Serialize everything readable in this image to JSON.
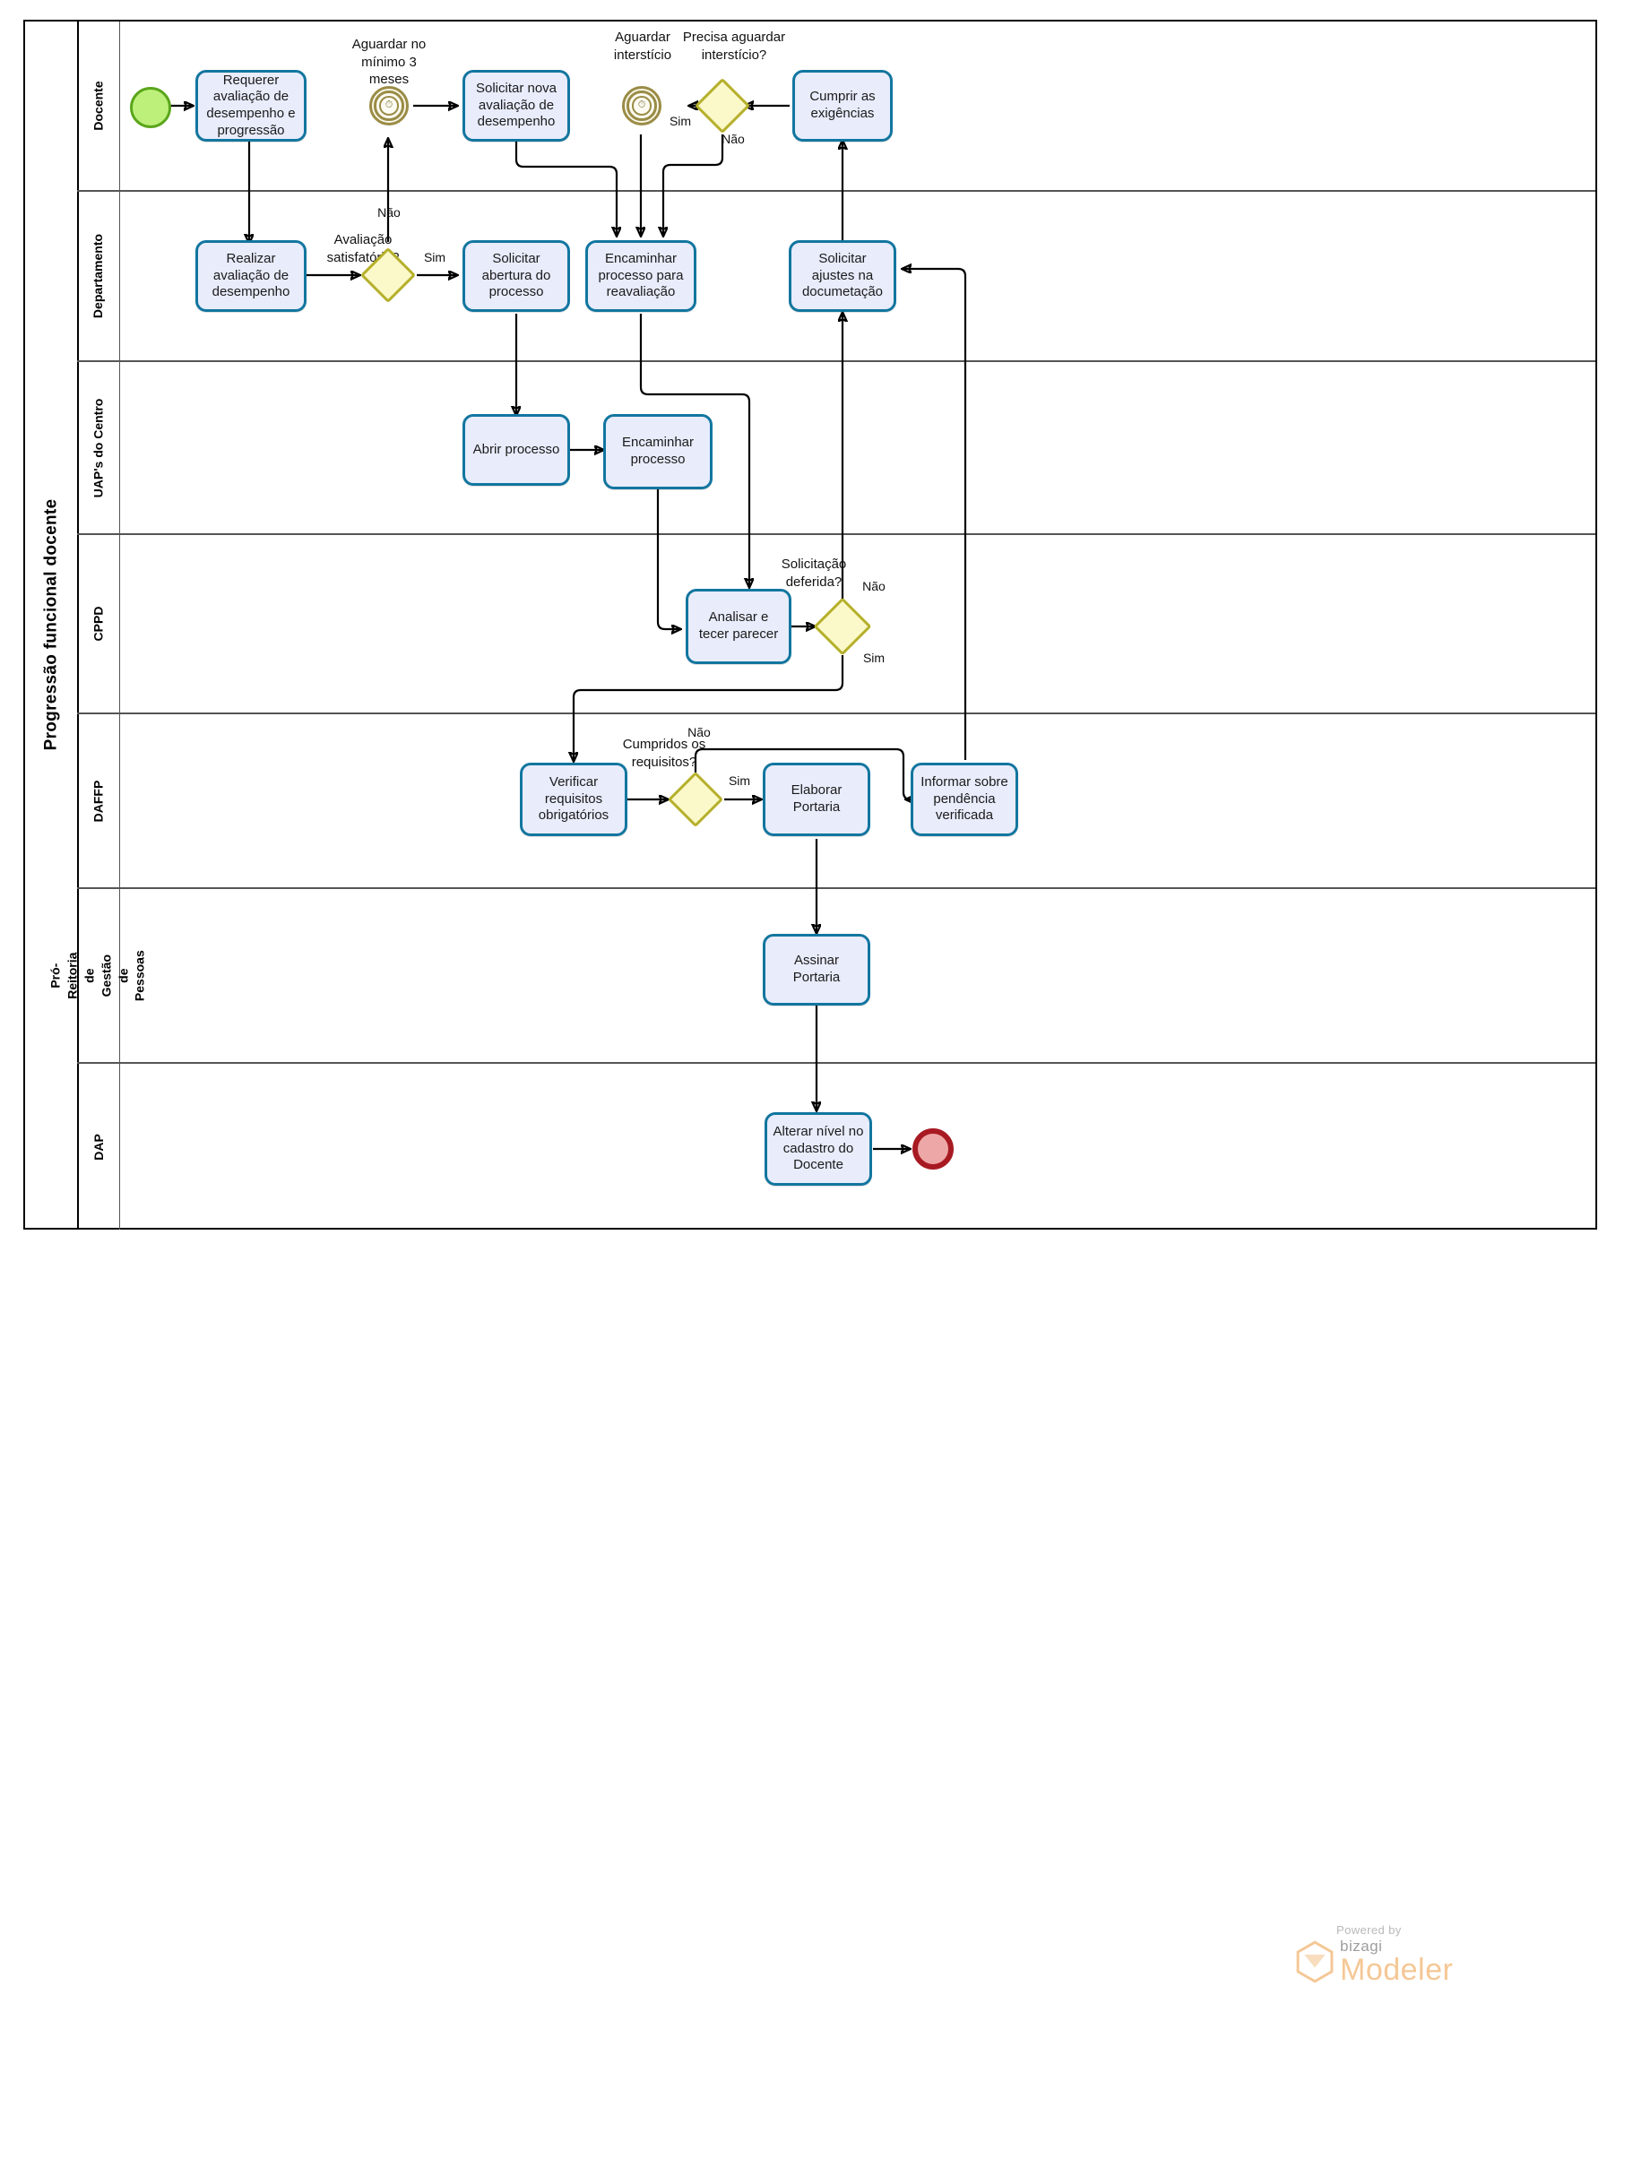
{
  "pool": {
    "title": "Progressão funcional docente"
  },
  "lanes": [
    {
      "id": "docente",
      "label": "Docente"
    },
    {
      "id": "departamento",
      "label": "Departamento"
    },
    {
      "id": "uaps",
      "label": "UAP's do Centro"
    },
    {
      "id": "cppd",
      "label": "CPPD"
    },
    {
      "id": "daffp",
      "label": "DAFFP"
    },
    {
      "id": "progep",
      "label": "Pró-Reitoria de Gestão de Pessoas"
    },
    {
      "id": "dap",
      "label": "DAP"
    }
  ],
  "events": {
    "start": "start-event",
    "timer_3_meses": "timer-event",
    "timer_intersticio": "timer-event",
    "end": "end-event"
  },
  "tasks": {
    "requerer": "Requerer avaliação de desempenho e progressão",
    "solicitar_nova_avaliacao": "Solicitar nova avaliação de desempenho",
    "cumprir_exigencias": "Cumprir as exigências",
    "realizar_avaliacao": "Realizar avaliação de desempenho",
    "solicitar_abertura": "Solicitar abertura do processo",
    "encaminhar_reavaliacao": "Encaminhar processo para reavaliação",
    "solicitar_ajustes": "Solicitar ajustes na documetação",
    "abrir_processo": "Abrir processo",
    "encaminhar_processo": "Encaminhar processo",
    "analisar_parecer": "Analisar e tecer parecer",
    "verificar_requisitos": "Verificar requisitos obrigatórios",
    "elaborar_portaria": "Elaborar Portaria",
    "informar_pendencia": "Informar sobre pendência verificada",
    "assinar_portaria": "Assinar Portaria",
    "alterar_nivel": "Alterar nível no cadastro do Docente"
  },
  "event_labels": {
    "timer_3_meses": "Aguardar no\nmínimo 3\nmeses",
    "timer_intersticio": "Aguardar\ninterstício"
  },
  "gateways": {
    "avaliacao_satisfatoria": "Avaliação\nsatisfatória?",
    "precisa_intersticio": "Precisa aguardar\ninterstício?",
    "solicitacao_deferida": "Solicitação\ndeferida?",
    "cumpridos_requisitos": "Cumpridos os\nrequisitos?"
  },
  "flow_labels": {
    "aval_nao": "Não",
    "aval_sim": "Sim",
    "inter_sim": "Sim",
    "inter_nao": "Não",
    "defer_nao": "Não",
    "defer_sim": "Sim",
    "req_nao": "Não",
    "req_sim": "Sim"
  },
  "branding": {
    "powered_by": "Powered by",
    "brand": "bizagi",
    "product": "Modeler"
  },
  "colors": {
    "task_fill": "#e8ecfb",
    "task_stroke": "#12769f",
    "gateway_fill": "#fbf8c9",
    "gateway_stroke": "#b5b02a",
    "start_fill": "#bdf07a",
    "start_stroke": "#5aa61b",
    "end_fill": "#eda7a7",
    "end_stroke": "#a81a22",
    "timer_stroke": "#9a8c46",
    "lane_border": "#555555",
    "brand_orange": "#f5c795"
  }
}
